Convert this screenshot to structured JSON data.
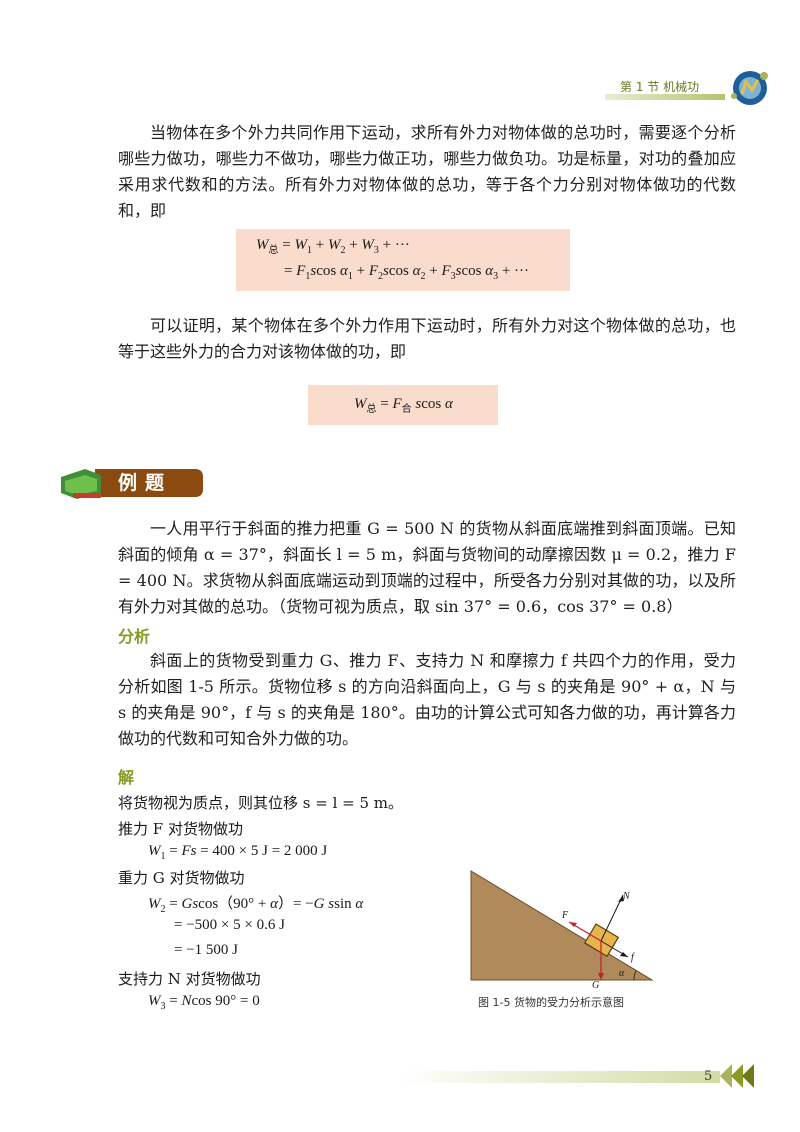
{
  "header": {
    "section": "第 1 节   机械功"
  },
  "intro": {
    "p1": "当物体在多个外力共同作用下运动，求所有外力对物体做的总功时，需要逐个分析哪些力做功，哪些力不做功，哪些力做正功，哪些力做负功。功是标量，对功的叠加应采用求代数和的方法。所有外力对物体做的总功，等于各个力分别对物体做功的代数和，即",
    "p2": "可以证明，某个物体在多个外力作用下运动时，所有外力对这个物体做的总功，也等于这些外力的合力对该物体做的功，即"
  },
  "example": {
    "banner": "例题",
    "problem": "一人用平行于斜面的推力把重 G = 500 N 的货物从斜面底端推到斜面顶端。已知斜面的倾角 α = 37°，斜面长 l = 5 m，斜面与货物间的动摩擦因数 μ = 0.2，推力 F = 400 N。求货物从斜面底端运动到顶端的过程中，所受各力分别对其做的功，以及所有外力对其做的总功。（货物可视为质点，取 sin 37° = 0.6，cos 37° = 0.8）",
    "analysis_title": "分析",
    "analysis": "斜面上的货物受到重力 G、推力 F、支持力 N 和摩擦力 f 共四个力的作用，受力分析如图 1-5 所示。货物位移 s 的方向沿斜面向上，G 与 s 的夹角是 90° + α，N 与 s 的夹角是 90°，f 与 s 的夹角是 180°。由功的计算公式可知各力做的功，再计算各力做功的代数和可知合外力做的功。",
    "solution_title": "解",
    "solution": {
      "l1": "将货物视为质点，则其位移 s = l = 5 m。",
      "l2": "推力 F 对货物做功",
      "l4": "重力 G 对货物做功",
      "l8": "支持力 N 对货物做功"
    }
  },
  "figure": {
    "caption": "图 1-5   货物的受力分析示意图",
    "labels": {
      "N": "N",
      "F": "F",
      "f": "f",
      "G": "G",
      "alpha": "α"
    }
  },
  "footer": {
    "page": "5"
  },
  "colors": {
    "accent": "#8a9a24",
    "formula_bg": "#f9dccb",
    "banner": "#8a4a10",
    "slope": "#b08a5a"
  }
}
